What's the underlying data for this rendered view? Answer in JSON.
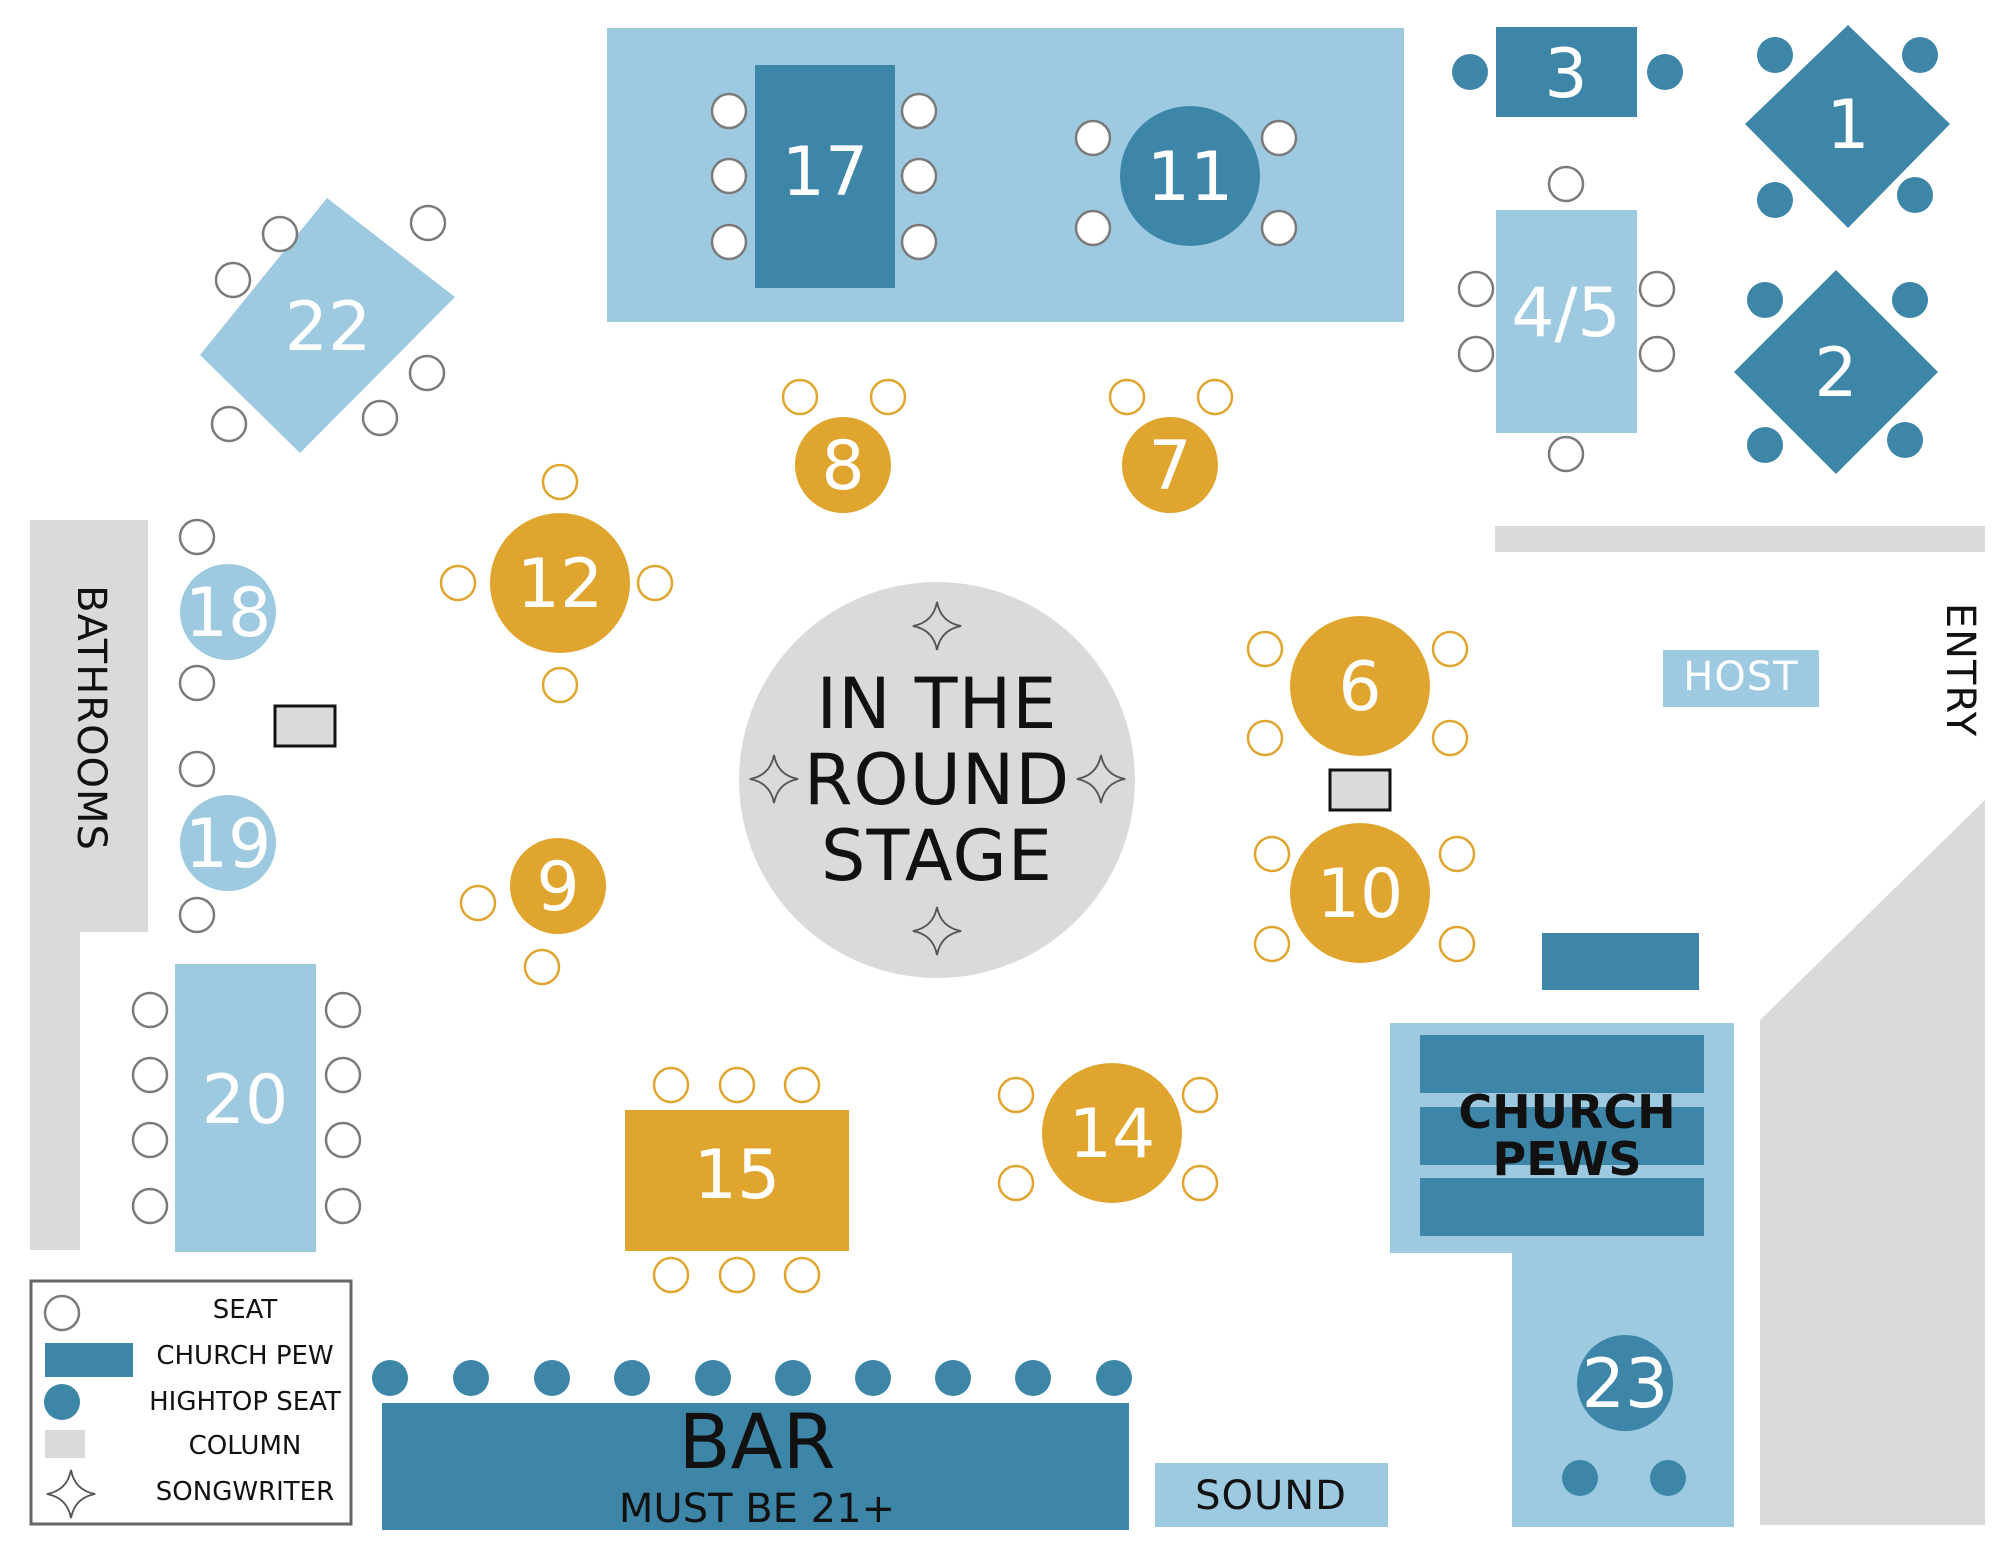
{
  "tables": {
    "t1": "1",
    "t2": "2",
    "t3": "3",
    "t45": "4/5",
    "t6": "6",
    "t7": "7",
    "t8": "8",
    "t9": "9",
    "t10": "10",
    "t11": "11",
    "t12": "12",
    "t14": "14",
    "t15": "15",
    "t17": "17",
    "t18": "18",
    "t19": "19",
    "t20": "20",
    "t22": "22",
    "t23": "23"
  },
  "stage": {
    "line1": "IN THE",
    "line2": "ROUND",
    "line3": "STAGE"
  },
  "areas": {
    "bathrooms": "BATHROOMS",
    "entry": "ENTRY",
    "host": "HOST",
    "bar": "BAR",
    "bar_note": "MUST BE 21+",
    "sound": "SOUND",
    "pews_line1": "CHURCH",
    "pews_line2": "PEWS"
  },
  "legend": {
    "seat": "SEAT",
    "church_pew": "CHURCH PEW",
    "hightop_seat": "HIGHTOP SEAT",
    "column": "COLUMN",
    "songwriter": "SONGWRITER"
  },
  "colors": {
    "dark_blue": "#3e86a8",
    "light_blue": "#9ecae1",
    "gold": "#e0a52e",
    "gray": "#dadada",
    "seat_outline": "#7a7a7a"
  }
}
